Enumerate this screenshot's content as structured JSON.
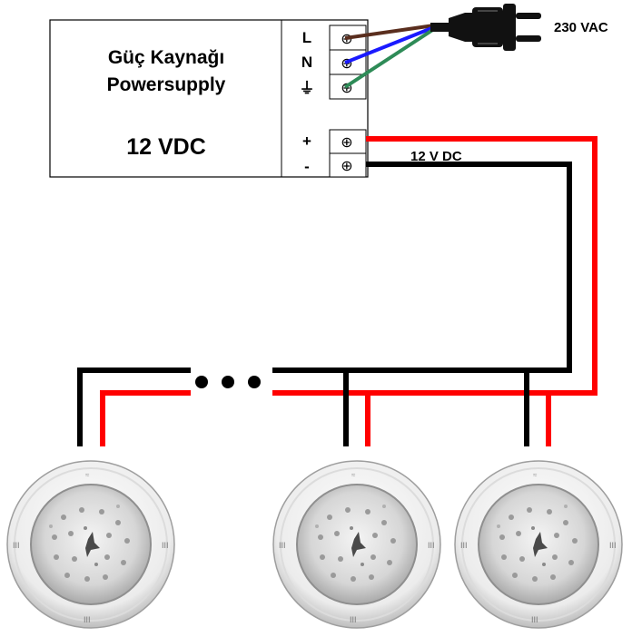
{
  "power_supply": {
    "title_line1": "Güç Kaynağı",
    "title_line2": "Powersupply",
    "voltage": "12 VDC",
    "ac_terminals": [
      "L",
      "N",
      "⏚"
    ],
    "dc_terminals": [
      "+",
      "-"
    ],
    "terminal_symbol": "⊕"
  },
  "mains": {
    "label": "230 VAC",
    "plug_icon": "schuko-plug-icon"
  },
  "dc_bus": {
    "label": "12 V DC",
    "continuation_dots": "• • •"
  },
  "wire_colors": {
    "live": "#5a2e1e",
    "neutral": "#1a1aff",
    "earth": "#2e8b57",
    "dc_positive": "#ff0000",
    "dc_negative": "#000000"
  },
  "lights": {
    "count": 3,
    "icon": "led-pool-light-icon"
  }
}
